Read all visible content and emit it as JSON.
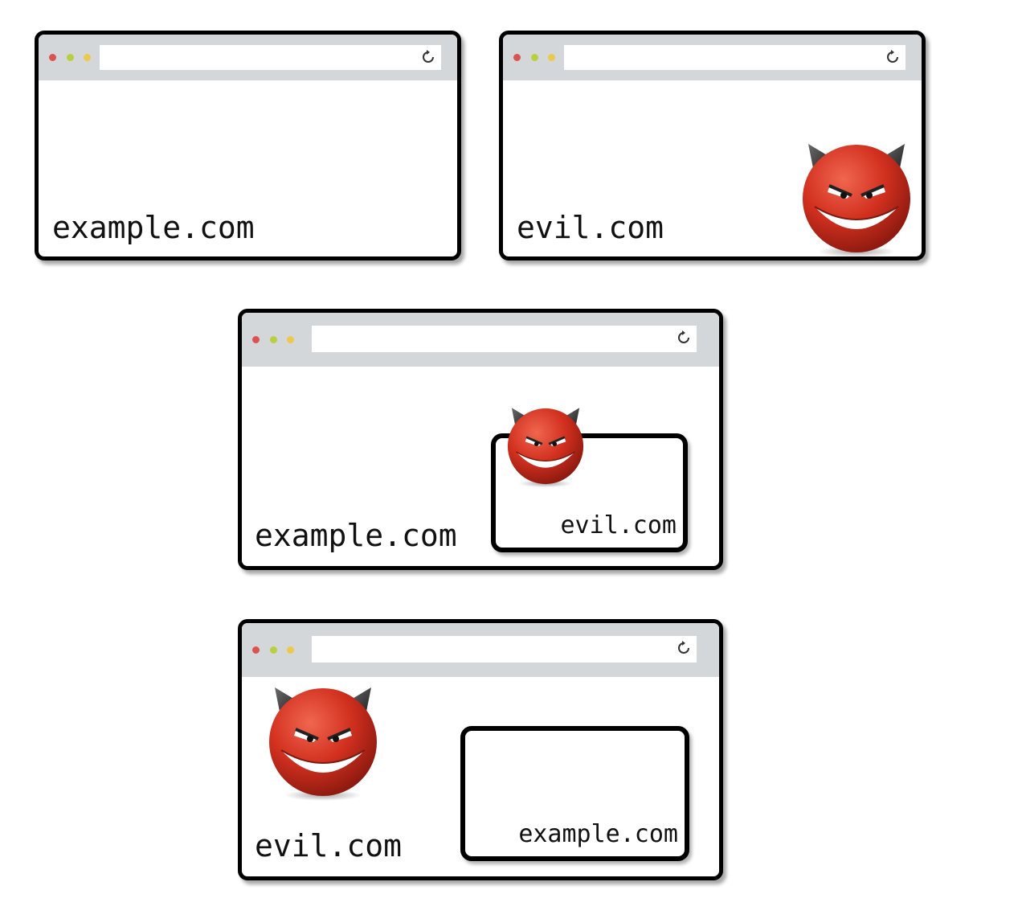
{
  "panels": [
    {
      "page_label": "example.com"
    },
    {
      "page_label": "evil.com"
    },
    {
      "page_label": "example.com",
      "frame_label": "evil.com"
    },
    {
      "page_label": "evil.com",
      "frame_label": "example.com"
    }
  ],
  "icons": {
    "reload": "reload-icon",
    "devil": "devil-face-icon"
  },
  "colors": {
    "window_dot_red": "#d9534f",
    "window_dot_green": "#b8cf3e",
    "window_dot_yellow": "#ecc94b",
    "toolbar": "#d4d7d9",
    "devil_red": "#d2301f"
  }
}
